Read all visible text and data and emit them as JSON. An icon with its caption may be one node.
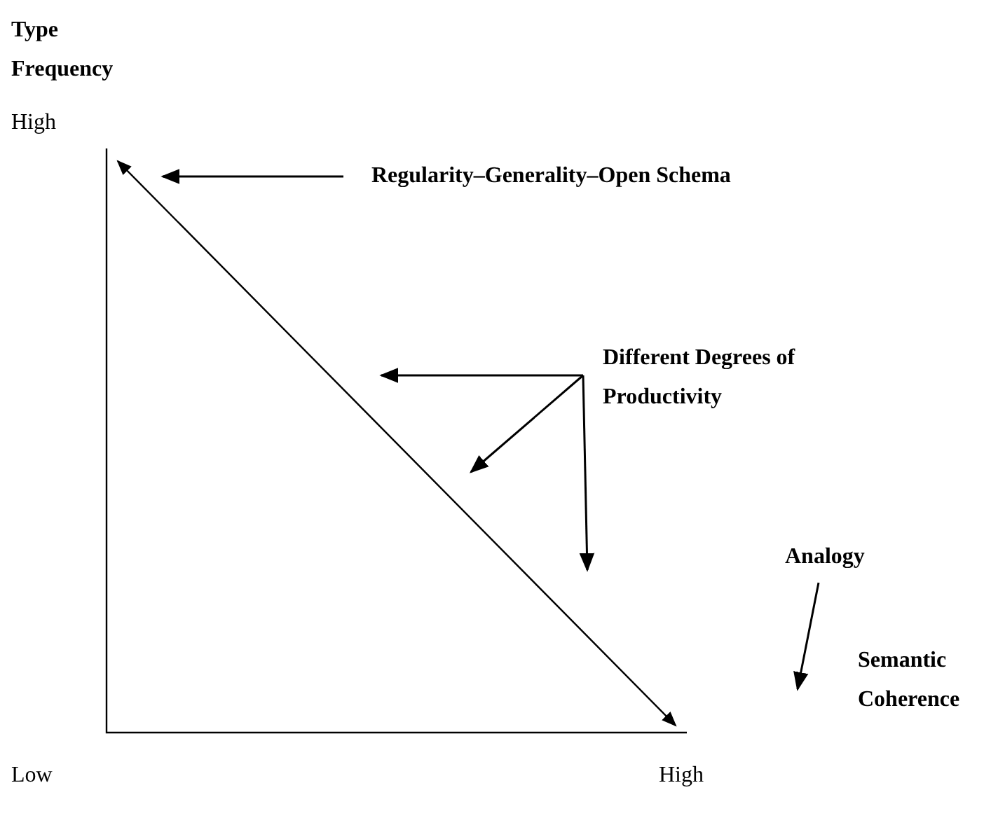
{
  "diagram": {
    "nodes": [
      {
        "text": [
          "Regularity–Generality–Open Schema"
        ]
      },
      {
        "text": [
          "Different Degrees of Productivity"
        ]
      },
      {
        "text": [
          "Analogy"
        ]
      }
    ],
    "edges": [
      {
        "from": 0,
        "to": null,
        "arrow": "to"
      },
      {
        "from": 1,
        "to": null,
        "arrow": "to"
      },
      {
        "from": 1,
        "to": null,
        "arrow": "to"
      },
      {
        "from": 1,
        "to": null,
        "arrow": "to"
      },
      {
        "from": 2,
        "to": null,
        "arrow": "to"
      }
    ],
    "labels": [
      "Type Frequency",
      "High",
      "Semantic Coherence",
      "Low",
      "High"
    ]
  }
}
